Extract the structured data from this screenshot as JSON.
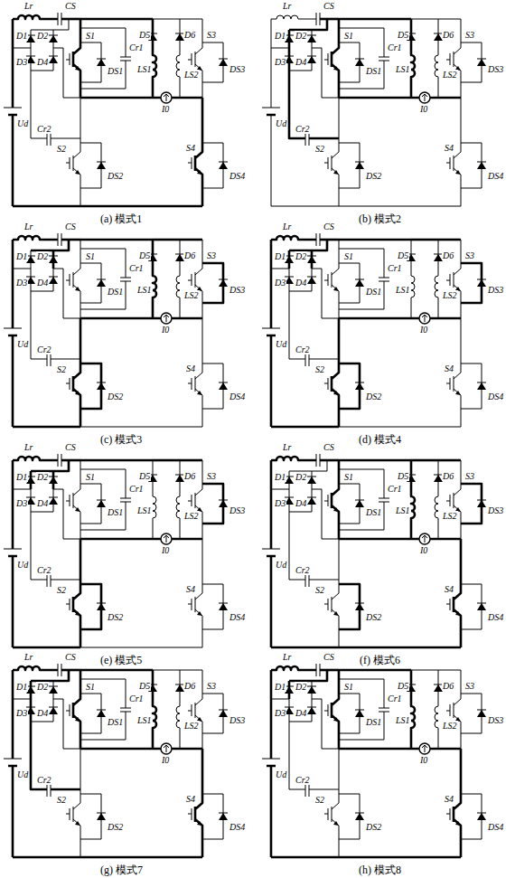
{
  "diagram": {
    "labels": [
      "Lr",
      "CS",
      "D1",
      "D2",
      "D5",
      "D6",
      "S1",
      "S3",
      "DS3",
      "D3",
      "D4",
      "DS1",
      "LS1",
      "LS2",
      "Cr1",
      "Ud",
      "I0",
      "Cr2",
      "S2",
      "DS2",
      "S4",
      "DS4",
      "(a) 模式1",
      "Lr",
      "CS",
      "D1",
      "D2",
      "D5",
      "D6",
      "S1",
      "S3",
      "DS3",
      "D3",
      "D4",
      "DS1",
      "LS1",
      "LS2",
      "Cr1",
      "Ud",
      "I0",
      "Cr2",
      "S2",
      "DS2",
      "S4",
      "DS4",
      "(b) 模式2",
      "Lr",
      "CS",
      "D1",
      "D2",
      "D5",
      "D6",
      "S1",
      "S3",
      "DS3",
      "D3",
      "D4",
      "DS1",
      "LS1",
      "LS2",
      "Cr1",
      "Ud",
      "I0",
      "Cr2",
      "S2",
      "DS2",
      "S4",
      "DS4",
      "(c) 模式3",
      "Lr",
      "CS",
      "D1",
      "D2",
      "D5",
      "D6",
      "S1",
      "S3",
      "DS3",
      "D3",
      "D4",
      "DS1",
      "LS1",
      "LS2",
      "Cr1",
      "Ud",
      "I0",
      "Cr2",
      "S2",
      "DS2",
      "S4",
      "DS4",
      "(d) 模式4",
      "Lr",
      "CS",
      "D1",
      "D2",
      "D5",
      "D6",
      "S1",
      "S3",
      "DS3",
      "D3",
      "D4",
      "DS1",
      "LS1",
      "LS2",
      "Cr1",
      "Ud",
      "I0",
      "Cr2",
      "S2",
      "DS2",
      "S4",
      "DS4",
      "(e) 模式5",
      "Lr",
      "CS",
      "D1",
      "D2",
      "D5",
      "D6",
      "S1",
      "S3",
      "DS3",
      "D3",
      "D4",
      "DS1",
      "LS1",
      "LS2",
      "Cr1",
      "Ud",
      "I0",
      "Cr2",
      "S2",
      "DS2",
      "S4",
      "DS4",
      "(f) 模式6",
      "Lr",
      "CS",
      "D1",
      "D2",
      "D5",
      "D6",
      "S1",
      "S3",
      "DS3",
      "D3",
      "D4",
      "DS1",
      "LS1",
      "LS2",
      "Cr1",
      "Ud",
      "I0",
      "Cr2",
      "S2",
      "DS2",
      "S4",
      "DS4",
      "(g) 模式7",
      "Lr",
      "CS",
      "D1",
      "D2",
      "D5",
      "D6",
      "S1",
      "S3",
      "DS3",
      "D3",
      "D4",
      "DS1",
      "LS1",
      "LS2",
      "Cr1",
      "Ud",
      "I0",
      "Cr2",
      "S2",
      "DS2",
      "S4",
      "DS4",
      "(h) 模式8"
    ]
  }
}
